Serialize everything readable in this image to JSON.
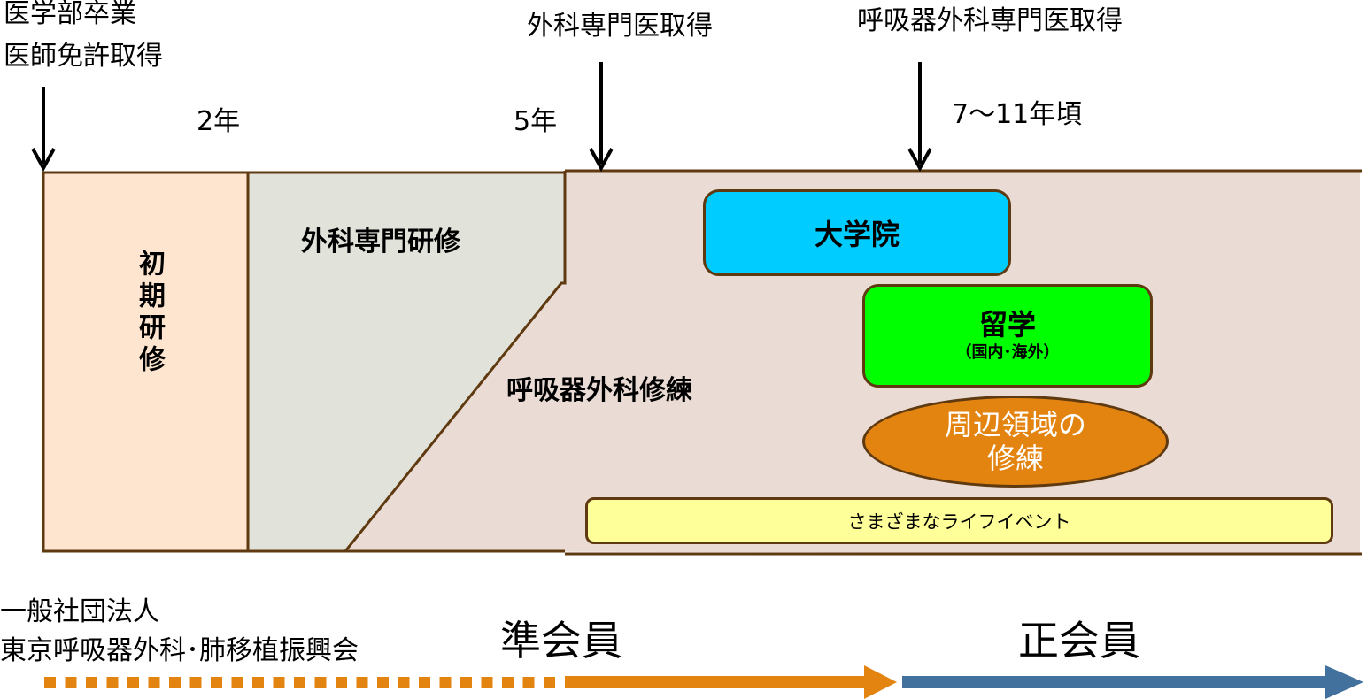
{
  "milestones": {
    "graduation": [
      "医学部卒業",
      "医師免許取得"
    ],
    "surgery_specialist": "外科専門医取得",
    "thoracic_specialist": "呼吸器外科専門医取得"
  },
  "durations": {
    "year2": "2年",
    "year5": "5年",
    "year7_11": "7～11年頃"
  },
  "phases": {
    "initial_training": "初期研修",
    "surgical_training": "外科専門研修",
    "thoracic_training": "呼吸器外科修練"
  },
  "activities": {
    "graduate_school": "大学院",
    "study_abroad": "留学",
    "study_abroad_sub": "（国内･海外）",
    "peripheral_training_line1": "周辺領域の",
    "peripheral_training_line2": "修練",
    "life_events": "さまざまなライフイベント"
  },
  "organization": {
    "line1": "一般社団法人",
    "line2": "東京呼吸器外科･肺移植振興会"
  },
  "membership": {
    "associate": "準会員",
    "full": "正会員"
  },
  "colors": {
    "initial": "#fde5d0",
    "surgical": "#e1e3da",
    "thoracic": "#eadcd5",
    "outline": "#5f3a10",
    "graduate_school": "#00ccff",
    "study_abroad": "#00ff00",
    "peripheral": "#e38411",
    "life_events": "#ffff99",
    "associate_arrow": "#e38411",
    "full_arrow": "#41719c"
  }
}
